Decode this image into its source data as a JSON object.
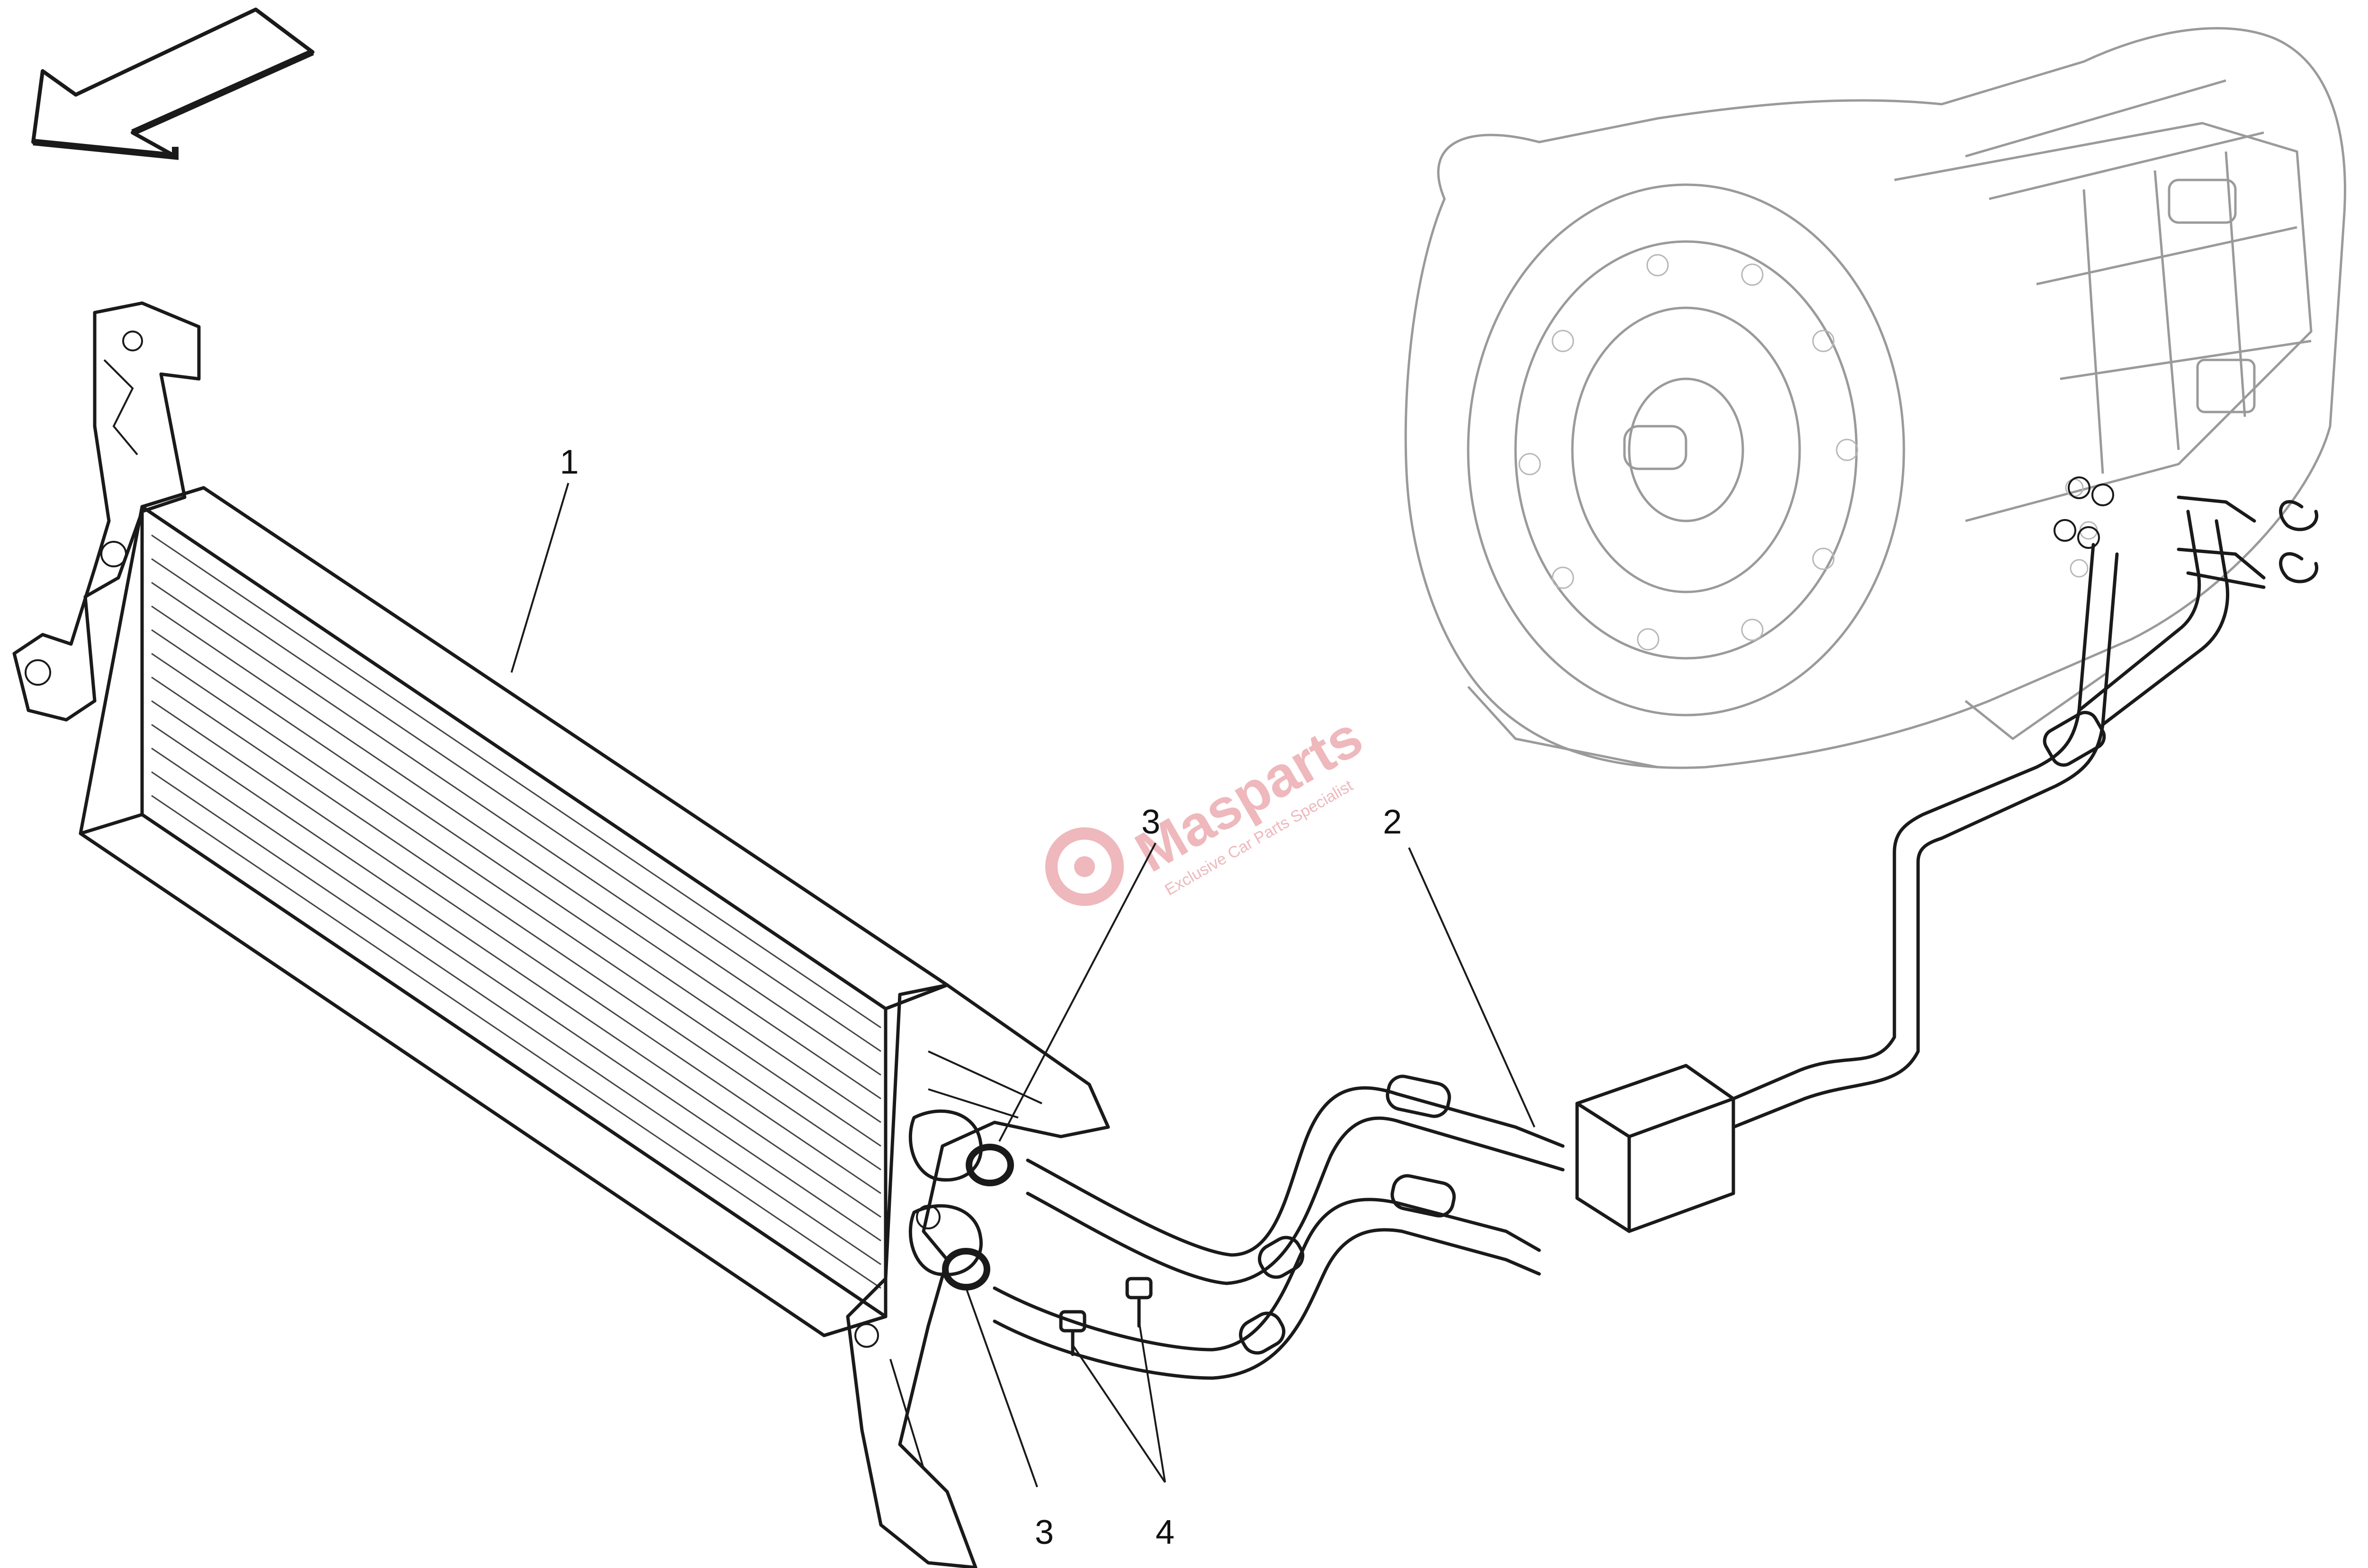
{
  "diagram": {
    "callouts": [
      {
        "id": "callout-1",
        "label": "1"
      },
      {
        "id": "callout-2",
        "label": "2"
      },
      {
        "id": "callout-3-upper",
        "label": "3"
      },
      {
        "id": "callout-3-lower",
        "label": "3"
      },
      {
        "id": "callout-4",
        "label": "4"
      }
    ],
    "icons": {
      "direction_arrow": "direction-arrow-icon",
      "watermark_logo": "masparts-logo-icon"
    },
    "watermark": {
      "name": "Masparts",
      "tagline": "Exclusive Car Parts Specialist",
      "color": "#e8a0a6"
    },
    "colors": {
      "line_art": "#1a1a1a",
      "background_component": "#9a9a9a",
      "background": "#ffffff"
    }
  }
}
